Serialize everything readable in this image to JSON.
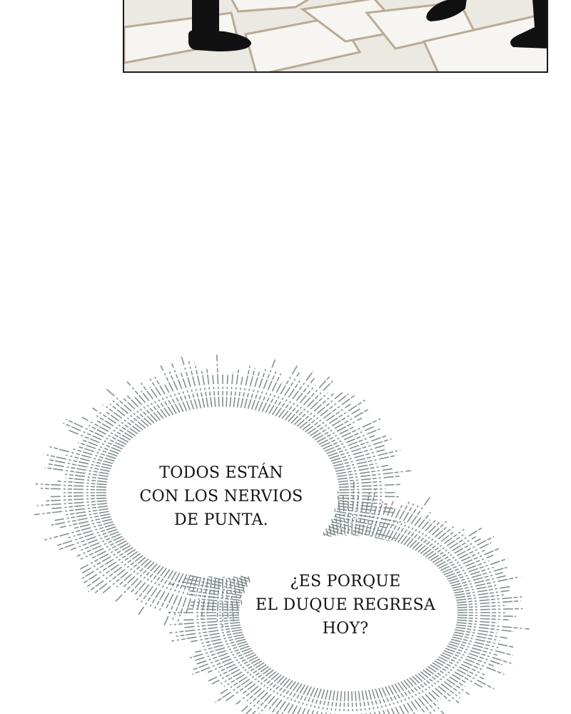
{
  "panel": {
    "description_icon": "street-cobblestones-feet"
  },
  "bubbles": [
    {
      "lines": [
        "TODOS ESTÁN",
        "CON LOS NERVIOS",
        "DE PUNTA."
      ]
    },
    {
      "lines": [
        "¿ES PORQUE",
        "EL DUQUE REGRESA",
        "HOY?"
      ]
    }
  ],
  "colors": {
    "burst": "#6f7c7c",
    "stone": "#ece8e2",
    "grout": "#b9ab95",
    "shoe": "#111111"
  }
}
